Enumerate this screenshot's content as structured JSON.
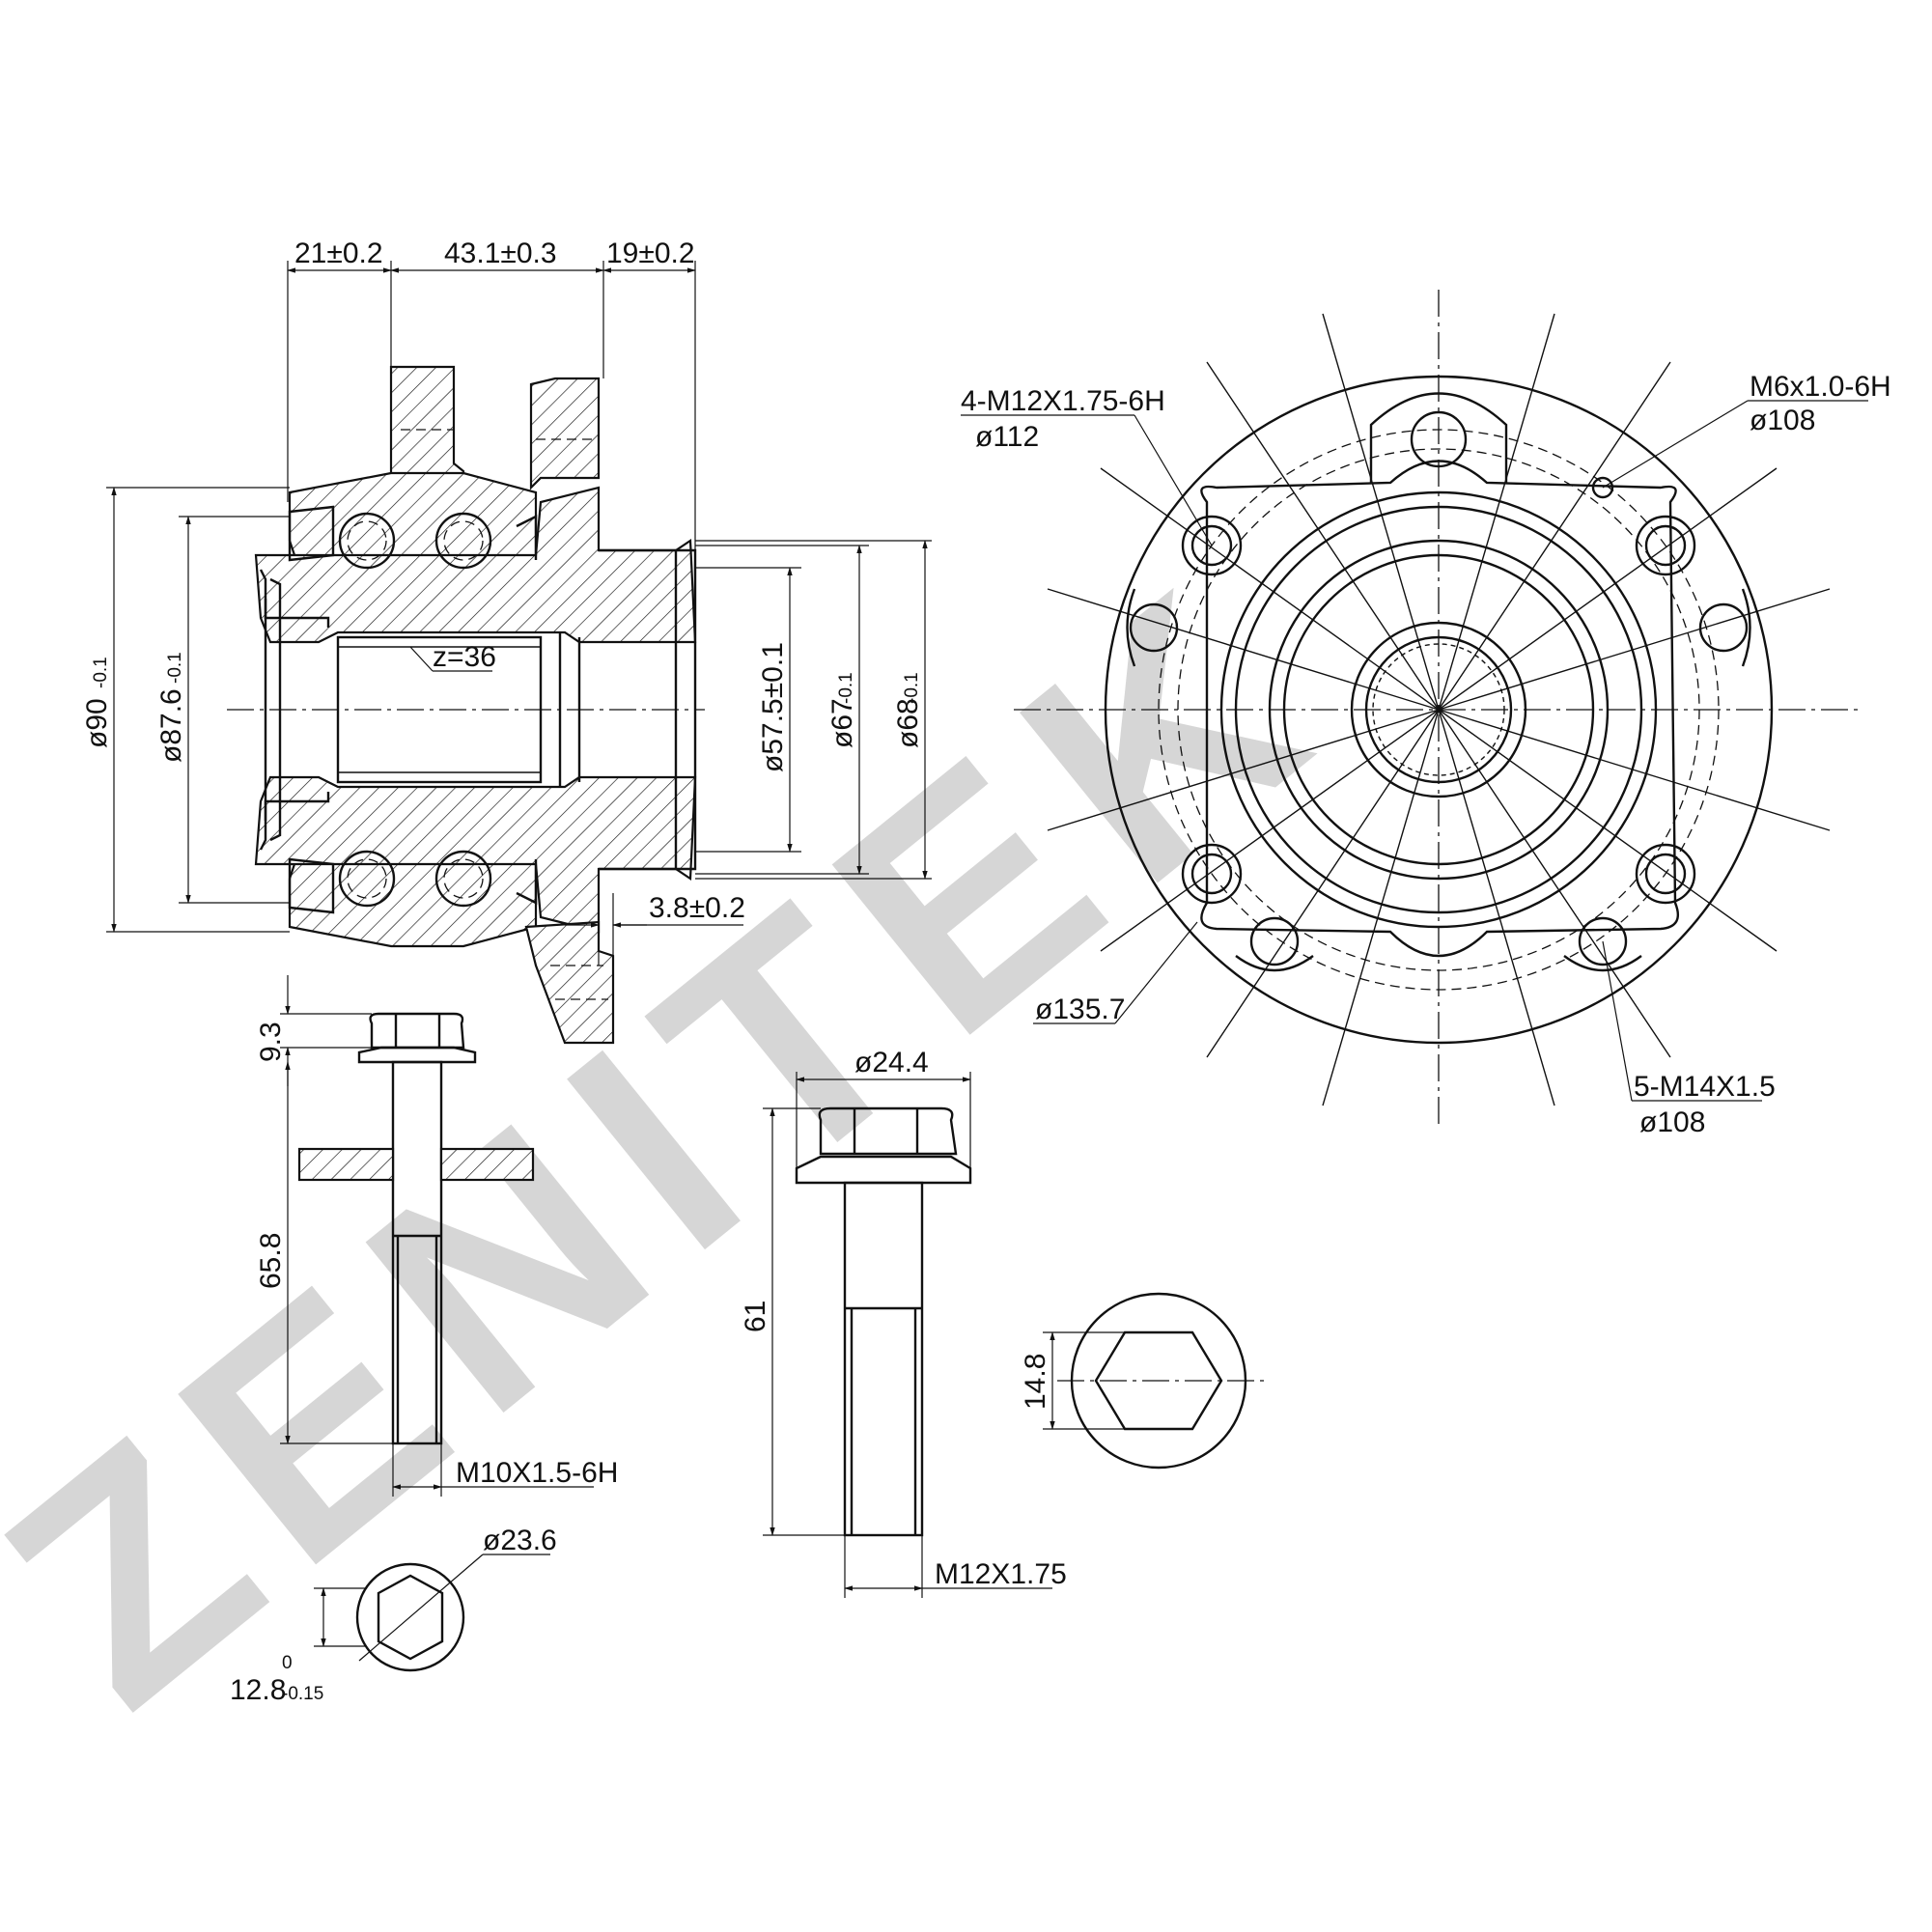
{
  "watermark": {
    "text": "ZENITEK",
    "color": "#d6d6d6"
  },
  "hub_section": {
    "dims_top": {
      "d1": "21±0.2",
      "d2": "43.1±0.3",
      "d3": "19±0.2"
    },
    "spline": "z=36",
    "dia_90": {
      "main": "ø90",
      "tol": "-0.1"
    },
    "dia_87": {
      "main": "ø87.6",
      "tol": "-0.1"
    },
    "dia_57": "ø57.5±0.1",
    "dia_67": {
      "main": "ø67",
      "tol": "-0.1"
    },
    "dia_68": {
      "main": "ø68",
      "tol": "-0.1"
    },
    "offset": "3.8±0.2"
  },
  "front_view": {
    "thread_4": "4-M12X1.75-6H",
    "pcd_112": "ø112",
    "thread_m6": "M6x1.0-6H",
    "pcd_108a": "ø108",
    "thread_5": "5-M14X1.5",
    "pcd_108b": "ø108",
    "dia_135": "ø135.7"
  },
  "bolt_1": {
    "head_h": "9.3",
    "length": "65.8",
    "thread": "M10X1.5-6H",
    "across_flats": {
      "main": "12.8",
      "tol_up": "0",
      "tol_dn": "-0.15"
    },
    "flange": "ø23.6"
  },
  "bolt_2": {
    "flange": "ø24.4",
    "length": "61",
    "thread": "M12X1.75",
    "socket": "14.8"
  }
}
